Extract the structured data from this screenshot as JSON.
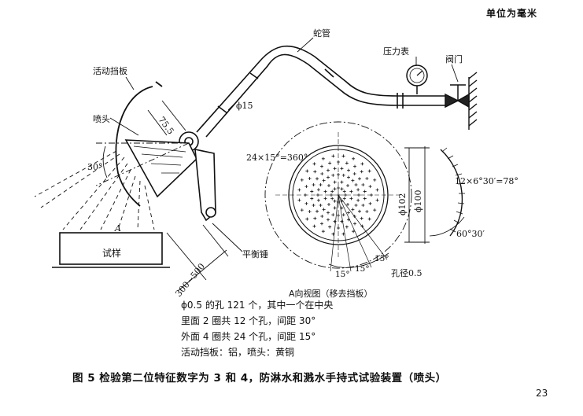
{
  "header": {
    "unit_label": "单位为毫米"
  },
  "figure": {
    "labels": {
      "hose": "蛇管",
      "pressure_gauge": "压力表",
      "valve": "阀门",
      "movable_shield": "活动挡板",
      "nozzle": "喷头",
      "dim_75_5": "75.5",
      "dim_phi15": "ϕ15",
      "angle_30": "30°",
      "arrow_a": "A",
      "test_specimen": "试样",
      "counterweight": "平衡锤",
      "distance": "300~500",
      "holes_total": "24×15°=360°",
      "dia_102": "ϕ102",
      "dia_100": "ϕ100",
      "arc_angle": "12×6°30′=78°",
      "angle_60_30": "60°30′",
      "angle_15_a": "15°",
      "angle_15_b": "15°",
      "angle_15_c": "15°",
      "hole_dia": "孔径0.5",
      "view_title": "A向视图（移去挡板）"
    }
  },
  "notes": [
    "ϕ0.5 的孔 121 个，其中一个在中央",
    "里面 2 圈共 12 个孔，间距 30°",
    "外面 4 圈共 24 个孔，间距 15°",
    "活动挡板：铝，喷头：黄铜"
  ],
  "caption": "图 5  检验第二位特征数字为 3 和 4，防淋水和溅水手持式试验装置（喷头）",
  "page_number": "23"
}
